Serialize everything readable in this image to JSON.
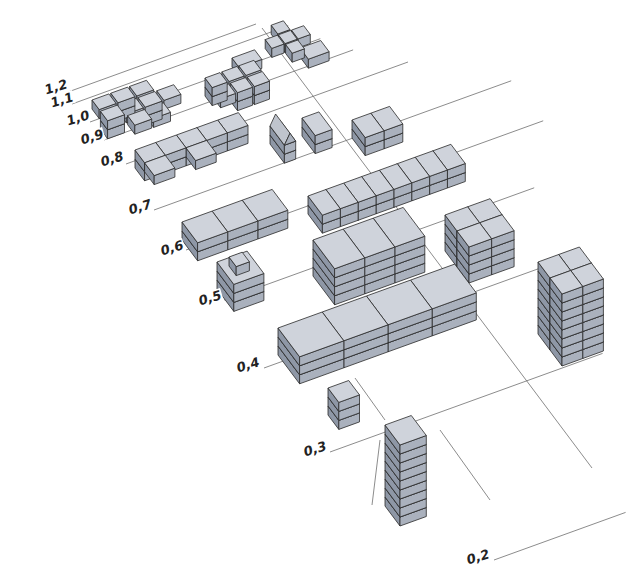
{
  "diagram": {
    "labels": [
      "1,2",
      "1,1",
      "1,0",
      "0,9",
      "0,8",
      "0,7",
      "0,6",
      "0,5",
      "0,4",
      "0,3",
      "0,2"
    ]
  }
}
